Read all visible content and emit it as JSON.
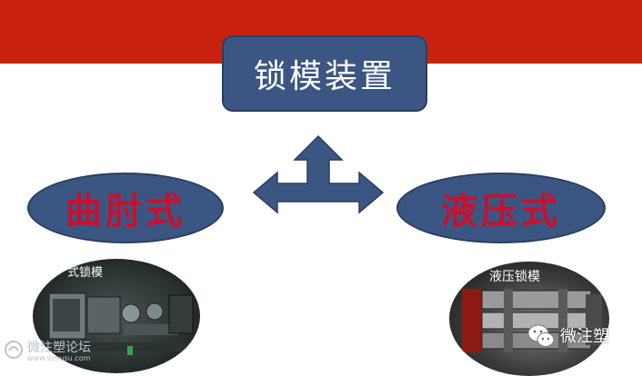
{
  "title": "锁模装置",
  "left_option": "曲肘式",
  "right_option": "液压式",
  "left_photo_caption": "式锁模",
  "right_photo_caption": "液压锁模",
  "watermark_left": {
    "name": "微注塑论坛",
    "url": "www.vzhusu.com"
  },
  "watermark_right": {
    "name": "微注塑"
  },
  "colors": {
    "banner": "#c8220f",
    "box_fill": "#3c5683",
    "ellipse_text": "#c8102e",
    "arrow_fill": "#3c5683"
  }
}
